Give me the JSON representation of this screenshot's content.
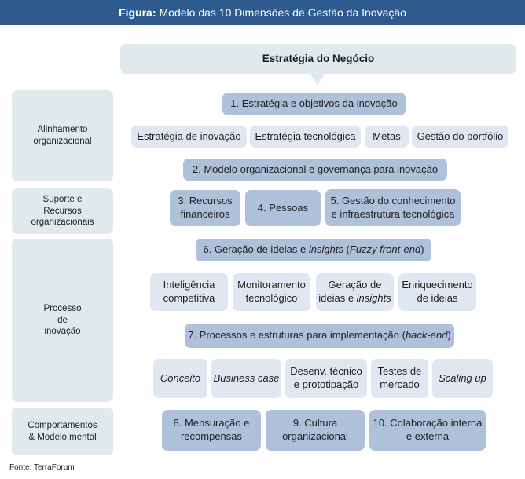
{
  "header": {
    "label_bold": "Figura:",
    "title": "Modelo das 10 Dimensões de Gestão da Inovação"
  },
  "strategy": {
    "label": "Estratégia do Negócio"
  },
  "left_groups": [
    {
      "label": "Alinhamento\norganizacional"
    },
    {
      "label": "Suporte e\nRecursos\norganizacionais"
    },
    {
      "label": "Processo\nde\ninovação"
    },
    {
      "label": "Comportamentos\n& Modelo mental"
    }
  ],
  "dimensions": {
    "d1": "1. Estratégia e objetivos da inovação",
    "d2": "2. Modelo organizacional e governança para inovação",
    "d3": "3. Recursos\nfinanceiros",
    "d4": "4. Pessoas",
    "d5": "5. Gestão do conhecimento\ne infraestrutura tecnológica",
    "d6": {
      "prefix": "6. Geração de ideias e ",
      "italic1": "insights",
      "mid": " (",
      "italic2": "Fuzzy front-end",
      "suffix": ")"
    },
    "d7": {
      "prefix": "7. Processos e estruturas para implementação (",
      "italic": "back-end",
      "suffix": ")"
    },
    "d8": "8. Mensuração e\nrecompensas",
    "d9": "9. Cultura\norganizacional",
    "d10": "10. Colaboração interna\ne externa"
  },
  "d1_items": [
    "Estratégia de inovação",
    "Estratégia tecnológica",
    "Metas",
    "Gestão do portfólio"
  ],
  "d6_items": {
    "i1": "Inteligência\ncompetitiva",
    "i2": "Monitoramento\ntecnológico",
    "i3_line1": "Geração de",
    "i3_prefix": "ideias e ",
    "i3_italic": "insights",
    "i4": "Enriquecimento\nde ideias"
  },
  "d7_items": {
    "i1": "Conceito",
    "i2": "Business case",
    "i3": "Desenv. técnico\ne prototipação",
    "i4": "Testes de\nmercado",
    "i5": "Scaling up"
  },
  "footer": {
    "source": "Fonte: TerraForum"
  }
}
